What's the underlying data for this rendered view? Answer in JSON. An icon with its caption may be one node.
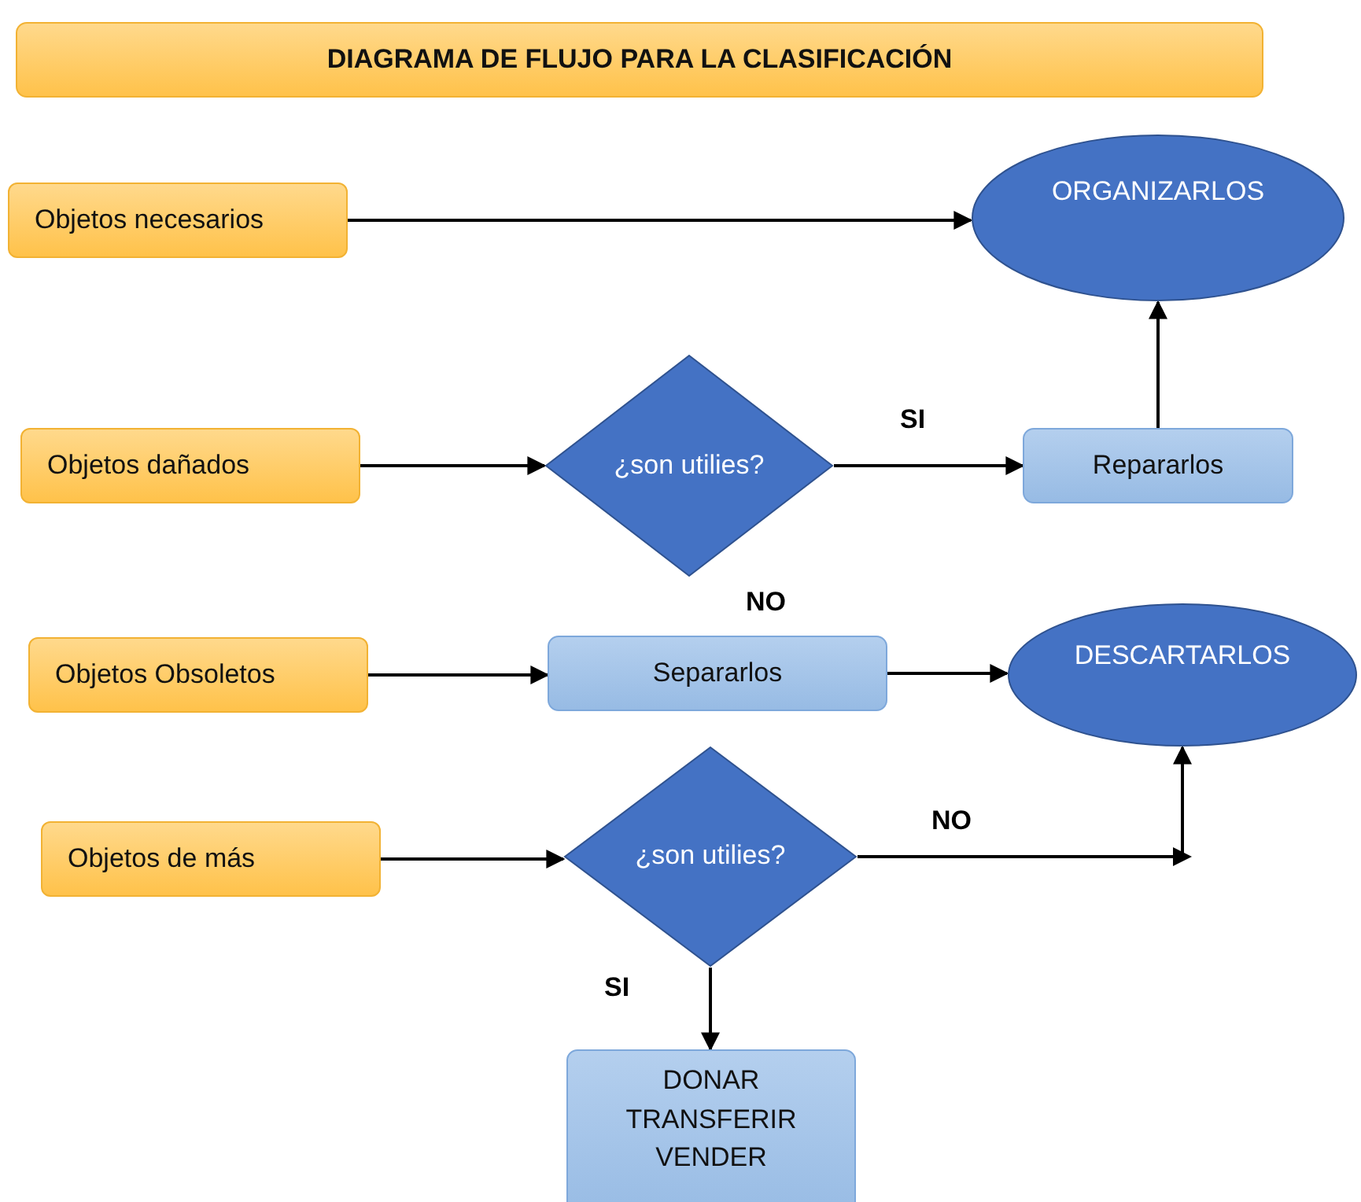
{
  "diagram": {
    "title": "DIAGRAMA DE FLUJO PARA LA CLASIFICACIÓN",
    "nodes": [
      {
        "text": [
          "Objetos necesarios"
        ]
      },
      {
        "text": [
          "ORGANIZARLOS"
        ]
      },
      {
        "text": [
          "Objetos dañados"
        ]
      },
      {
        "text": [
          "¿son utilies?"
        ]
      },
      {
        "text": [
          "Repararlos"
        ]
      },
      {
        "text": [
          "Objetos Obsoletos"
        ]
      },
      {
        "text": [
          "Separarlos"
        ]
      },
      {
        "text": [
          "DESCARTARLOS"
        ]
      },
      {
        "text": [
          "Objetos de más"
        ]
      },
      {
        "text": [
          "¿son utilies?"
        ]
      },
      {
        "text": [
          "DONAR TRANSFERIR VENDER"
        ]
      }
    ],
    "edges": [
      {
        "from": 0,
        "to": 1,
        "arrow": "to"
      },
      {
        "from": 2,
        "to": 3,
        "arrow": "to"
      },
      {
        "from": 3,
        "to": 4,
        "arrow": "to",
        "label": "SI"
      },
      {
        "from": 4,
        "to": 1,
        "arrow": "to"
      },
      {
        "from": 5,
        "to": 6,
        "arrow": "to"
      },
      {
        "from": 6,
        "to": 7,
        "arrow": "to"
      },
      {
        "from": 8,
        "to": 9,
        "arrow": "to"
      },
      {
        "from": 9,
        "to": 7,
        "arrow": "to",
        "label": "NO"
      },
      {
        "from": 9,
        "to": 10,
        "arrow": "to",
        "label": "SI"
      }
    ],
    "labels": [
      "NO"
    ]
  }
}
